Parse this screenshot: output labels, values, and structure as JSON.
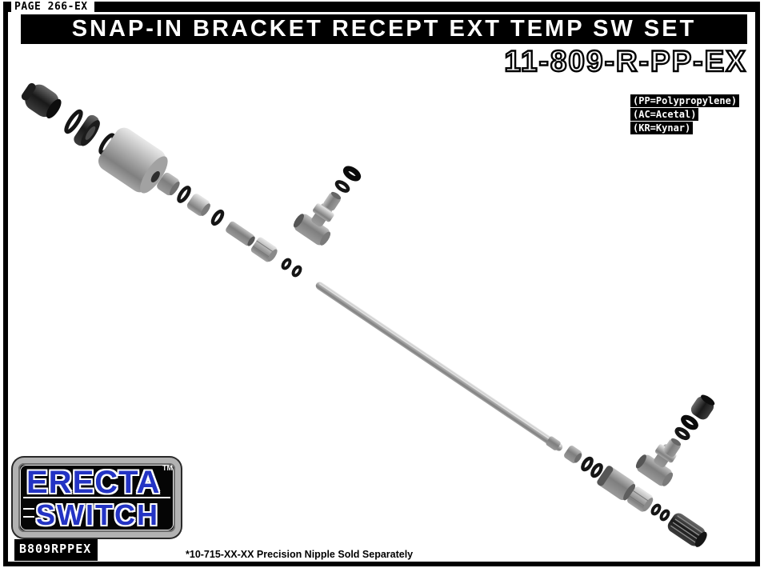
{
  "page": {
    "page_ref": "PAGE 266-EX",
    "title": "SNAP-IN BRACKET RECEPT EXT TEMP SW SET",
    "part_number": "11-809-R-PP-EX",
    "material_legend": {
      "pp": "(PP=Polypropylene)",
      "ac": "(AC=Acetal)",
      "kr": "(KR=Kynar)"
    },
    "footnote": "*10-715-XX-XX Precision Nipple Sold Separately"
  },
  "logo": {
    "brand_top": "ERECTA",
    "brand_bottom": "SWITCH",
    "trademark": "TM",
    "model_code": "B809RPPEX"
  },
  "colors": {
    "frame": "#000000",
    "banner_bg": "#000000",
    "banner_text": "#ffffff",
    "logo_blue": "#2333c4",
    "logo_frame_silver": "#b2b2b2",
    "metal_light": "#c9c9c9",
    "metal_mid": "#8f8f8f",
    "metal_dark": "#2a2a2a"
  }
}
